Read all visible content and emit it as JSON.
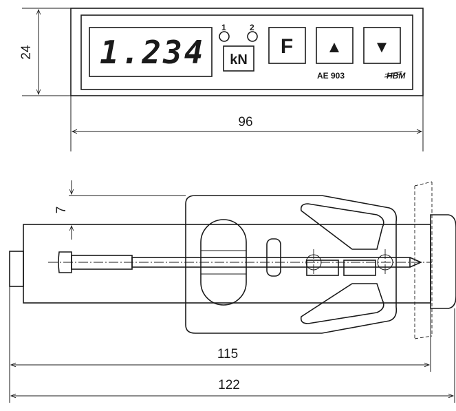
{
  "front_view": {
    "display_value": "1.234",
    "led_labels": [
      "1",
      "2"
    ],
    "unit_label": "kN",
    "function_button": "F",
    "up_button": "▲",
    "down_button": "▼",
    "model": "AE 903",
    "logo": "HBM"
  },
  "dimensions": {
    "height": "24",
    "width": "96",
    "depth_offset": "7",
    "housing_length": "115",
    "total_length": "122"
  }
}
